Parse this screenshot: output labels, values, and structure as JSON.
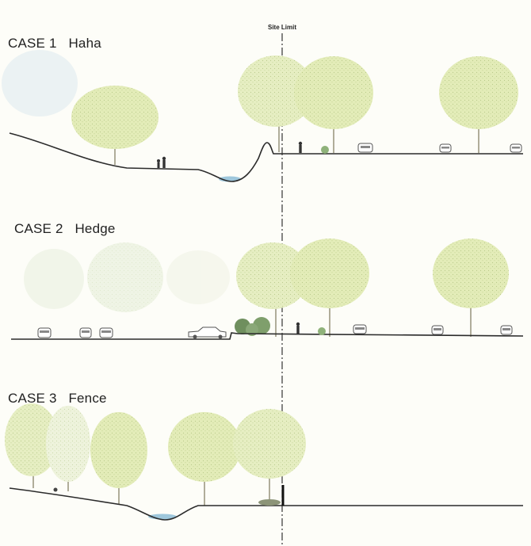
{
  "site_limit_label": "Site Limit",
  "cases": [
    {
      "title": "CASE 1   Haha"
    },
    {
      "title": "CASE 2   Hedge"
    },
    {
      "title": "CASE 3   Fence"
    }
  ],
  "colors": {
    "ground_line": "#2b2b2b",
    "tree_foliage": "#e3ecb8",
    "tree_foliage_faded": "#eef3de",
    "tree_foliage_blue": "#e4eef2",
    "tree_trunk": "#b9b6a4",
    "water": "#9ec7dc",
    "hedge": "#7f9f6c",
    "dash_line": "#333333",
    "figure": "#333333"
  }
}
